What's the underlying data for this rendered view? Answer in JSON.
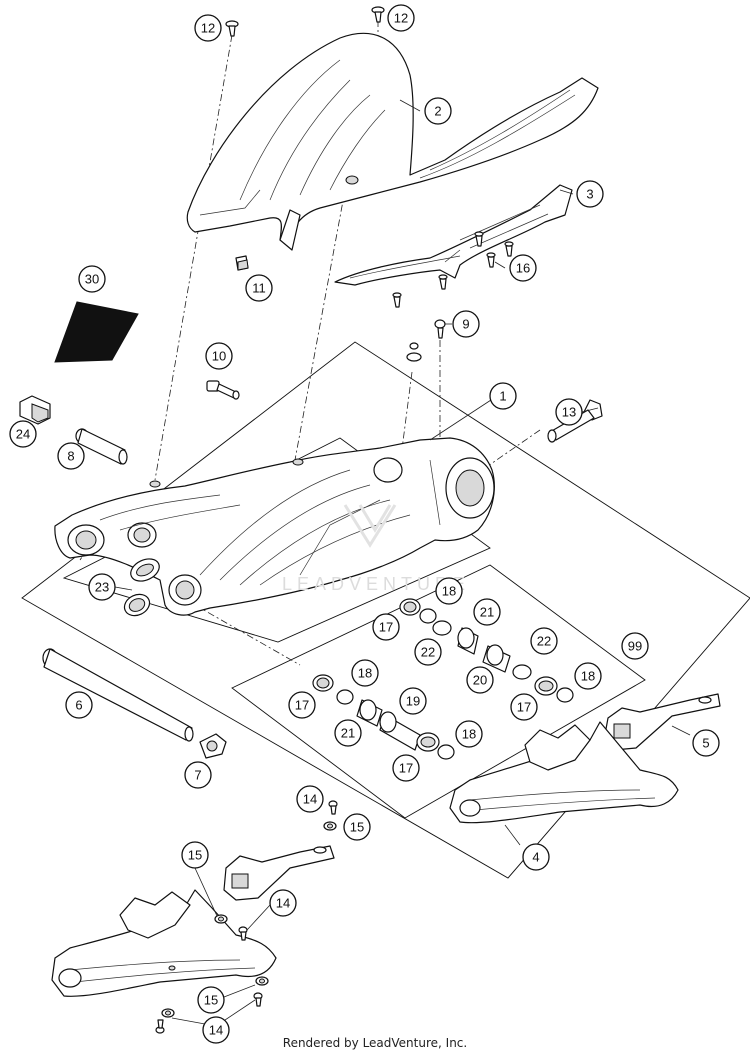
{
  "diagram": {
    "callouts": [
      "12",
      "12",
      "2",
      "3",
      "16",
      "11",
      "30",
      "9",
      "10",
      "1",
      "13",
      "24",
      "8",
      "23",
      "18",
      "21",
      "17",
      "22",
      "99",
      "20",
      "18",
      "17",
      "18",
      "19",
      "21",
      "18",
      "17",
      "6",
      "7",
      "5",
      "4",
      "14",
      "15",
      "15",
      "14",
      "15",
      "14"
    ],
    "watermark": "LEADVENTURE"
  },
  "footer": {
    "credit": "Rendered by LeadVenture, Inc."
  }
}
